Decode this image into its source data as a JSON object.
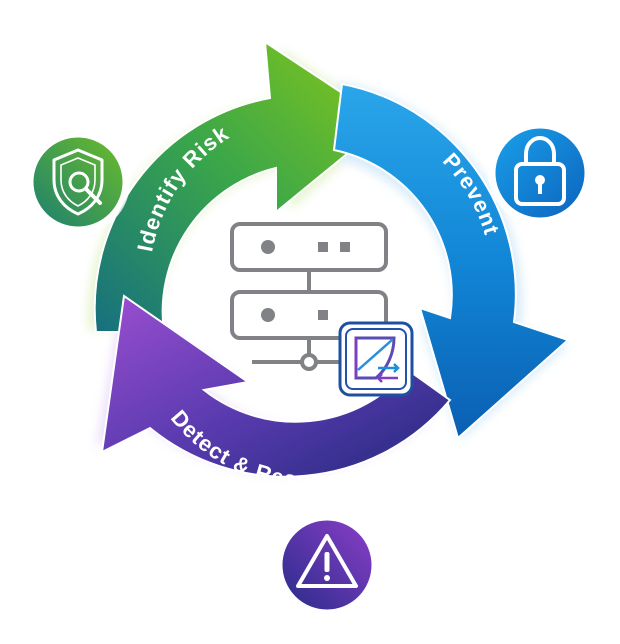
{
  "diagram": {
    "stages": [
      {
        "id": "identify",
        "label": "Identify Risk",
        "icon": "shield-search-icon",
        "color_start": "#1e7a8a",
        "color_end": "#7cc21f"
      },
      {
        "id": "prevent",
        "label": "Prevent",
        "icon": "padlock-icon",
        "color_start": "#1f9be0",
        "color_end": "#0b5fb0"
      },
      {
        "id": "detect",
        "label": "Detect & Respomd",
        "icon": "warning-triangle-icon",
        "color_start": "#2c2f85",
        "color_end": "#8a3fc6"
      }
    ],
    "center_icon": "server-stack-icon",
    "badge_icon": "firewall-sync-icon"
  }
}
